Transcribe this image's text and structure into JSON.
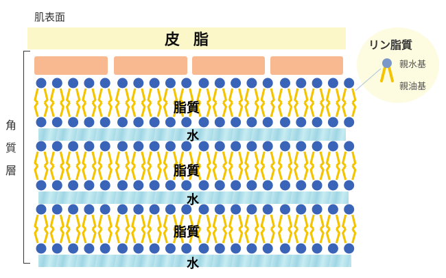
{
  "labels": {
    "skin_surface": "肌表面",
    "sebum": "皮脂",
    "lipid": "脂質",
    "water": "水",
    "stratum_corneum": [
      "角",
      "質",
      "層"
    ]
  },
  "legend": {
    "title": "リン脂質",
    "hydrophilic": "親水基",
    "lipophilic": "親油基"
  },
  "colors": {
    "sebum": "#fbf7c8",
    "cell": "#f8b890",
    "head": "#3a64b8",
    "tail": "#f5c400",
    "water": "#a8dbe7",
    "legend_bg": "#fdfbe0"
  },
  "diagram": {
    "lipid_layers": 3,
    "heads_per_row": 20,
    "corneocyte_cells": 4
  }
}
